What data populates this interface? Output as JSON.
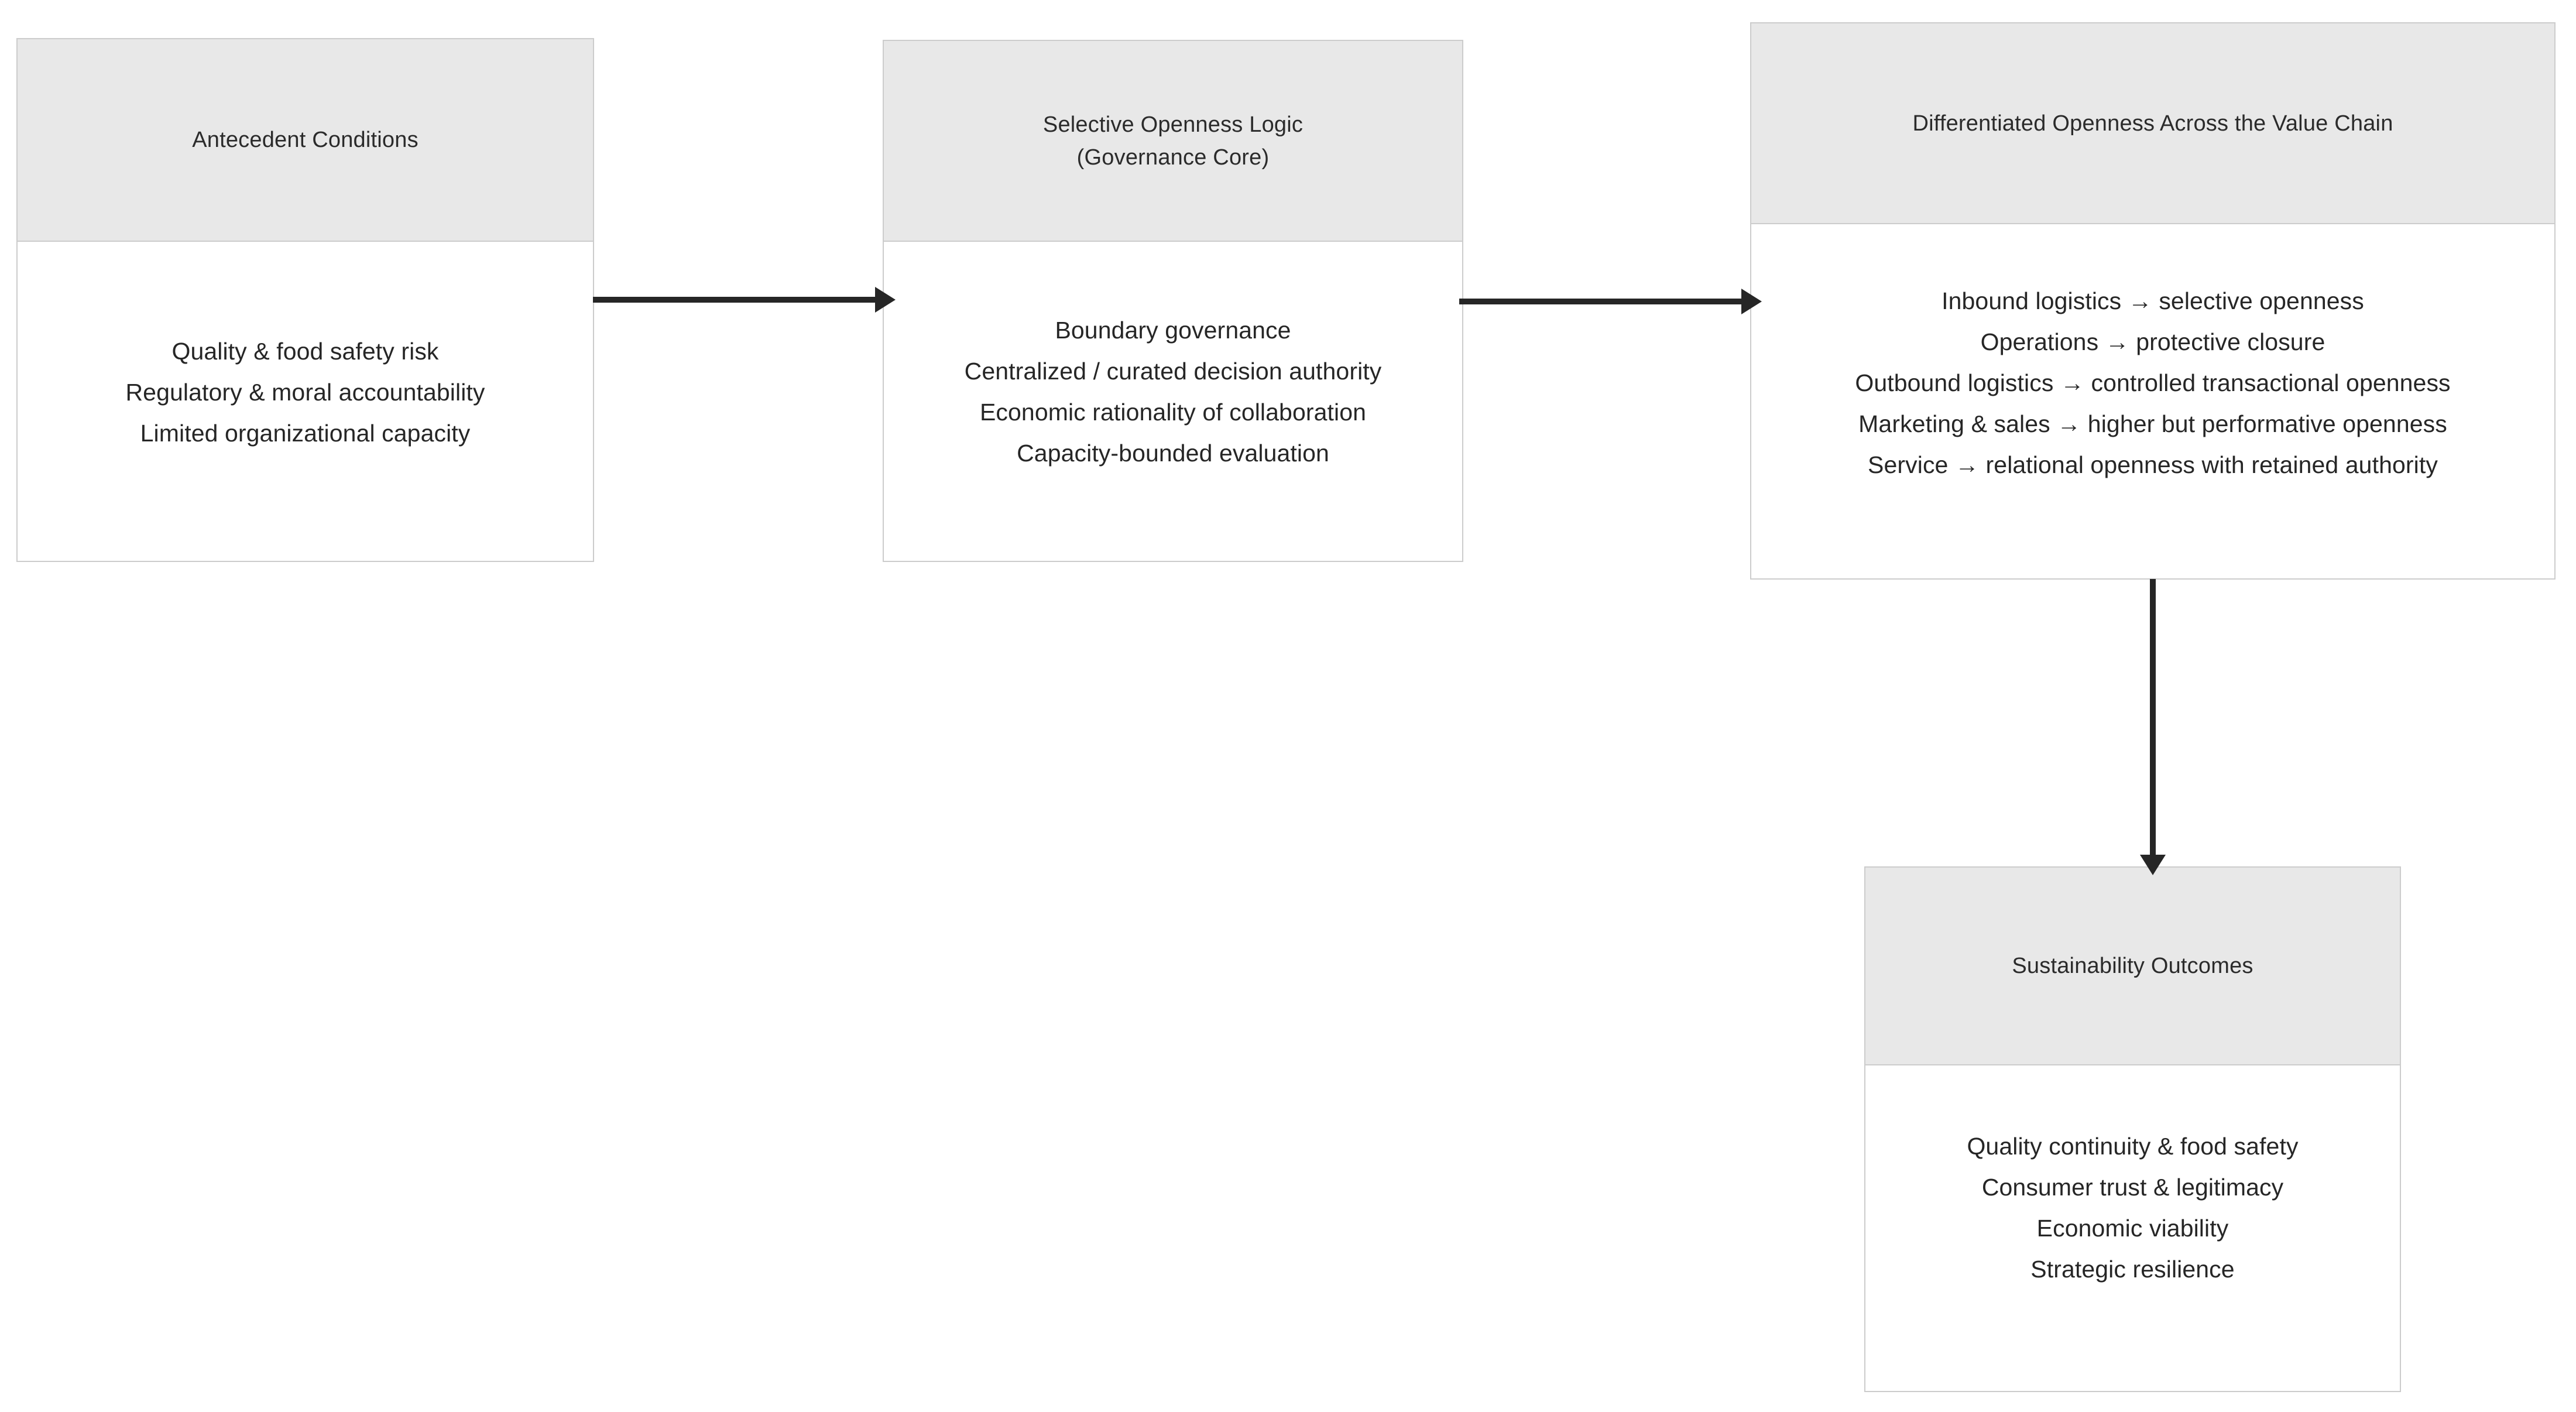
{
  "diagram": {
    "background_color": "#ffffff",
    "node_header_color": "#e8e8e8",
    "node_border_color": "#cccccc",
    "node_body_color": "#ffffff",
    "text_color": "#262626",
    "connector_color": "#262626",
    "nodes": [
      {
        "id": "antecedent",
        "header_lines": [
          "Antecedent Conditions"
        ],
        "body_lines": [
          "Quality & food safety risk",
          "Regulatory & moral accountability",
          "Limited organizational capacity"
        ]
      },
      {
        "id": "logic",
        "header_lines": [
          "Selective Openness Logic",
          "(Governance Core)"
        ],
        "body_lines": [
          "Boundary governance",
          "Centralized / curated decision authority",
          "Economic rationality of collaboration",
          "Capacity-bounded evaluation"
        ]
      },
      {
        "id": "valuechain",
        "header_lines": [
          "Differentiated Openness Across the Value Chain"
        ],
        "body_lines": [
          "Inbound logistics → selective openness",
          "Operations → protective closure",
          "Outbound logistics → controlled transactional openness",
          "Marketing & sales → higher but performative openness",
          "Service → relational openness with retained authority"
        ]
      },
      {
        "id": "outcomes",
        "header_lines": [
          "Sustainability Outcomes"
        ],
        "body_lines": [
          "Quality continuity & food safety",
          "Consumer trust & legitimacy",
          "Economic viability",
          "Strategic resilience"
        ]
      }
    ],
    "edges": [
      {
        "id": "antecedent-logic",
        "from": "antecedent",
        "to": "logic",
        "direction": "right",
        "label": ""
      },
      {
        "id": "logic-valuechain",
        "from": "logic",
        "to": "valuechain",
        "direction": "right",
        "label": ""
      },
      {
        "id": "valuechain-outcomes",
        "from": "valuechain",
        "to": "outcomes",
        "direction": "down",
        "label": ""
      }
    ]
  }
}
